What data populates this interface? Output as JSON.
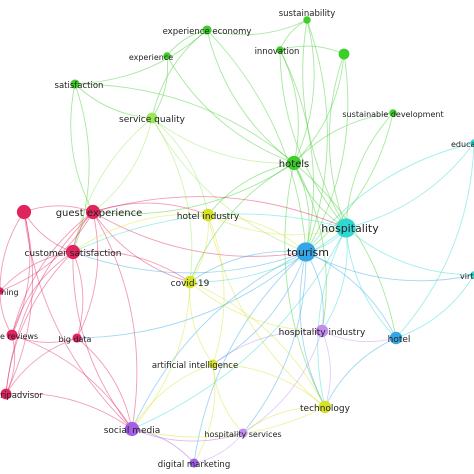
{
  "colors": {
    "green": "#3ccf2a",
    "lightgreen": "#9be65a",
    "cyan": "#2fd9d2",
    "blue": "#34a6e6",
    "red": "#e0245e",
    "yellow": "#d6e22a",
    "purple": "#a35de6",
    "violet": "#c38ef0"
  },
  "nodes": [
    {
      "id": "sustainability",
      "label": "sustainability",
      "color": "green",
      "size": 2
    },
    {
      "id": "experience_economy",
      "label": "experience economy",
      "color": "green",
      "size": 3
    },
    {
      "id": "green_dot",
      "label": "",
      "color": "green",
      "size": 4
    },
    {
      "id": "experience",
      "label": "experience",
      "color": "green",
      "size": 2
    },
    {
      "id": "innovation",
      "label": "innovation",
      "color": "green",
      "size": 2
    },
    {
      "id": "satisfaction",
      "label": "satisfaction",
      "color": "green",
      "size": 3
    },
    {
      "id": "sustainable_development",
      "label": "sustainable development",
      "color": "green",
      "size": 2
    },
    {
      "id": "education",
      "label": "educa",
      "color": "cyan",
      "size": 2
    },
    {
      "id": "service_quality",
      "label": "service quality",
      "color": "lightgreen",
      "size": 4
    },
    {
      "id": "hotels",
      "label": "hotels",
      "color": "green",
      "size": 6
    },
    {
      "id": "guest_experience",
      "label": "guest experience",
      "color": "red",
      "size": 6
    },
    {
      "id": "hotel_industry",
      "label": "hotel industry",
      "color": "yellow",
      "size": 5
    },
    {
      "id": "hospitality",
      "label": "hospitality",
      "color": "cyan",
      "size": 9
    },
    {
      "id": "tourism",
      "label": "tourism",
      "color": "blue",
      "size": 9
    },
    {
      "id": "customer_satisfaction",
      "label": "customer satisfaction",
      "color": "red",
      "size": 6
    },
    {
      "id": "virtual",
      "label": "virt",
      "color": "cyan",
      "size": 2
    },
    {
      "id": "covid19",
      "label": "covid-19",
      "color": "yellow",
      "size": 5
    },
    {
      "id": "learning",
      "label": "rning",
      "color": "red",
      "size": 2
    },
    {
      "id": "online_reviews",
      "label": "e reviews",
      "color": "red",
      "size": 4
    },
    {
      "id": "big_data",
      "label": "big data",
      "color": "red",
      "size": 3
    },
    {
      "id": "hospitality_industry",
      "label": "hospitality industry",
      "color": "violet",
      "size": 5
    },
    {
      "id": "hotel",
      "label": "hotel",
      "color": "blue",
      "size": 5
    },
    {
      "id": "artificial_intelligence",
      "label": "artificial intelligence",
      "color": "yellow",
      "size": 3
    },
    {
      "id": "tripadvisor",
      "label": "tripadvisor",
      "color": "red",
      "size": 4
    },
    {
      "id": "technology",
      "label": "technology",
      "color": "yellow",
      "size": 5
    },
    {
      "id": "social_media",
      "label": "social media",
      "color": "purple",
      "size": 6
    },
    {
      "id": "hospitality_services",
      "label": "hospitality services",
      "color": "violet",
      "size": 3
    },
    {
      "id": "digital_marketing",
      "label": "digital marketing",
      "color": "purple",
      "size": 3
    },
    {
      "id": "red_dot",
      "label": "",
      "color": "red",
      "size": 6
    }
  ],
  "edges": [
    [
      "sustainability",
      "hotels"
    ],
    [
      "sustainability",
      "hospitality"
    ],
    [
      "sustainability",
      "experience_economy"
    ],
    [
      "sustainability",
      "innovation"
    ],
    [
      "sustainability",
      "tourism"
    ],
    [
      "experience_economy",
      "hotels"
    ],
    [
      "experience_economy",
      "satisfaction"
    ],
    [
      "experience_economy",
      "experience"
    ],
    [
      "experience_economy",
      "tourism"
    ],
    [
      "experience_economy",
      "service_quality"
    ],
    [
      "green_dot",
      "hotels"
    ],
    [
      "green_dot",
      "hospitality"
    ],
    [
      "green_dot",
      "tourism"
    ],
    [
      "green_dot",
      "innovation"
    ],
    [
      "experience",
      "service_quality"
    ],
    [
      "experience",
      "hotels"
    ],
    [
      "innovation",
      "hotels"
    ],
    [
      "innovation",
      "hospitality"
    ],
    [
      "innovation",
      "tourism"
    ],
    [
      "satisfaction",
      "service_quality"
    ],
    [
      "satisfaction",
      "hotels"
    ],
    [
      "satisfaction",
      "guest_experience"
    ],
    [
      "satisfaction",
      "customer_satisfaction"
    ],
    [
      "sustainable_development",
      "hotels"
    ],
    [
      "sustainable_development",
      "tourism"
    ],
    [
      "sustainable_development",
      "hospitality"
    ],
    [
      "education",
      "hospitality"
    ],
    [
      "education",
      "tourism"
    ],
    [
      "education",
      "hotel"
    ],
    [
      "service_quality",
      "hotels"
    ],
    [
      "service_quality",
      "hotel_industry"
    ],
    [
      "service_quality",
      "customer_satisfaction"
    ],
    [
      "service_quality",
      "guest_experience"
    ],
    [
      "service_quality",
      "tourism"
    ],
    [
      "service_quality",
      "covid19"
    ],
    [
      "hotels",
      "hospitality"
    ],
    [
      "hotels",
      "tourism"
    ],
    [
      "hotels",
      "hotel_industry"
    ],
    [
      "hotels",
      "guest_experience"
    ],
    [
      "hotels",
      "covid19"
    ],
    [
      "hotels",
      "hospitality_industry"
    ],
    [
      "hotels",
      "technology"
    ],
    [
      "hotels",
      "hotel"
    ],
    [
      "guest_experience",
      "customer_satisfaction"
    ],
    [
      "guest_experience",
      "hotel_industry"
    ],
    [
      "guest_experience",
      "tourism"
    ],
    [
      "guest_experience",
      "hospitality"
    ],
    [
      "guest_experience",
      "online_reviews"
    ],
    [
      "guest_experience",
      "big_data"
    ],
    [
      "guest_experience",
      "tripadvisor"
    ],
    [
      "guest_experience",
      "social_media"
    ],
    [
      "guest_experience",
      "red_dot"
    ],
    [
      "guest_experience",
      "learning"
    ],
    [
      "guest_experience",
      "covid19"
    ],
    [
      "hotel_industry",
      "tourism"
    ],
    [
      "hotel_industry",
      "hospitality"
    ],
    [
      "hotel_industry",
      "covid19"
    ],
    [
      "hotel_industry",
      "customer_satisfaction"
    ],
    [
      "hotel_industry",
      "artificial_intelligence"
    ],
    [
      "hotel_industry",
      "technology"
    ],
    [
      "hospitality",
      "tourism"
    ],
    [
      "hospitality",
      "hotel"
    ],
    [
      "hospitality",
      "hospitality_industry"
    ],
    [
      "hospitality",
      "virtual"
    ],
    [
      "hospitality",
      "covid19"
    ],
    [
      "hospitality",
      "technology"
    ],
    [
      "hospitality",
      "social_media"
    ],
    [
      "hospitality",
      "customer_satisfaction"
    ],
    [
      "tourism",
      "hotel"
    ],
    [
      "tourism",
      "covid19"
    ],
    [
      "tourism",
      "hospitality_industry"
    ],
    [
      "tourism",
      "technology"
    ],
    [
      "tourism",
      "artificial_intelligence"
    ],
    [
      "tourism",
      "social_media"
    ],
    [
      "tourism",
      "customer_satisfaction"
    ],
    [
      "tourism",
      "virtual"
    ],
    [
      "tourism",
      "big_data"
    ],
    [
      "tourism",
      "digital_marketing"
    ],
    [
      "tourism",
      "hospitality_services"
    ],
    [
      "customer_satisfaction",
      "online_reviews"
    ],
    [
      "customer_satisfaction",
      "big_data"
    ],
    [
      "customer_satisfaction",
      "tripadvisor"
    ],
    [
      "customer_satisfaction",
      "red_dot"
    ],
    [
      "customer_satisfaction",
      "learning"
    ],
    [
      "customer_satisfaction",
      "covid19"
    ],
    [
      "customer_satisfaction",
      "social_media"
    ],
    [
      "virtual",
      "hotel"
    ],
    [
      "covid19",
      "artificial_intelligence"
    ],
    [
      "covid19",
      "technology"
    ],
    [
      "covid19",
      "hospitality_industry"
    ],
    [
      "covid19",
      "social_media"
    ],
    [
      "learning",
      "online_reviews"
    ],
    [
      "learning",
      "red_dot"
    ],
    [
      "online_reviews",
      "big_data"
    ],
    [
      "online_reviews",
      "tripadvisor"
    ],
    [
      "online_reviews",
      "red_dot"
    ],
    [
      "online_reviews",
      "social_media"
    ],
    [
      "big_data",
      "tripadvisor"
    ],
    [
      "big_data",
      "social_media"
    ],
    [
      "hospitality_industry",
      "hotel"
    ],
    [
      "hospitality_industry",
      "technology"
    ],
    [
      "hospitality_industry",
      "artificial_intelligence"
    ],
    [
      "hospitality_industry",
      "hospitality_services"
    ],
    [
      "hotel",
      "technology"
    ],
    [
      "artificial_intelligence",
      "technology"
    ],
    [
      "artificial_intelligence",
      "social_media"
    ],
    [
      "artificial_intelligence",
      "digital_marketing"
    ],
    [
      "artificial_intelligence",
      "hospitality_services"
    ],
    [
      "tripadvisor",
      "social_media"
    ],
    [
      "tripadvisor",
      "red_dot"
    ],
    [
      "technology",
      "social_media"
    ],
    [
      "technology",
      "hospitality_services"
    ],
    [
      "social_media",
      "digital_marketing"
    ],
    [
      "social_media",
      "hospitality_services"
    ],
    [
      "hospitality_services",
      "digital_marketing"
    ],
    [
      "red_dot",
      "social_media"
    ]
  ]
}
